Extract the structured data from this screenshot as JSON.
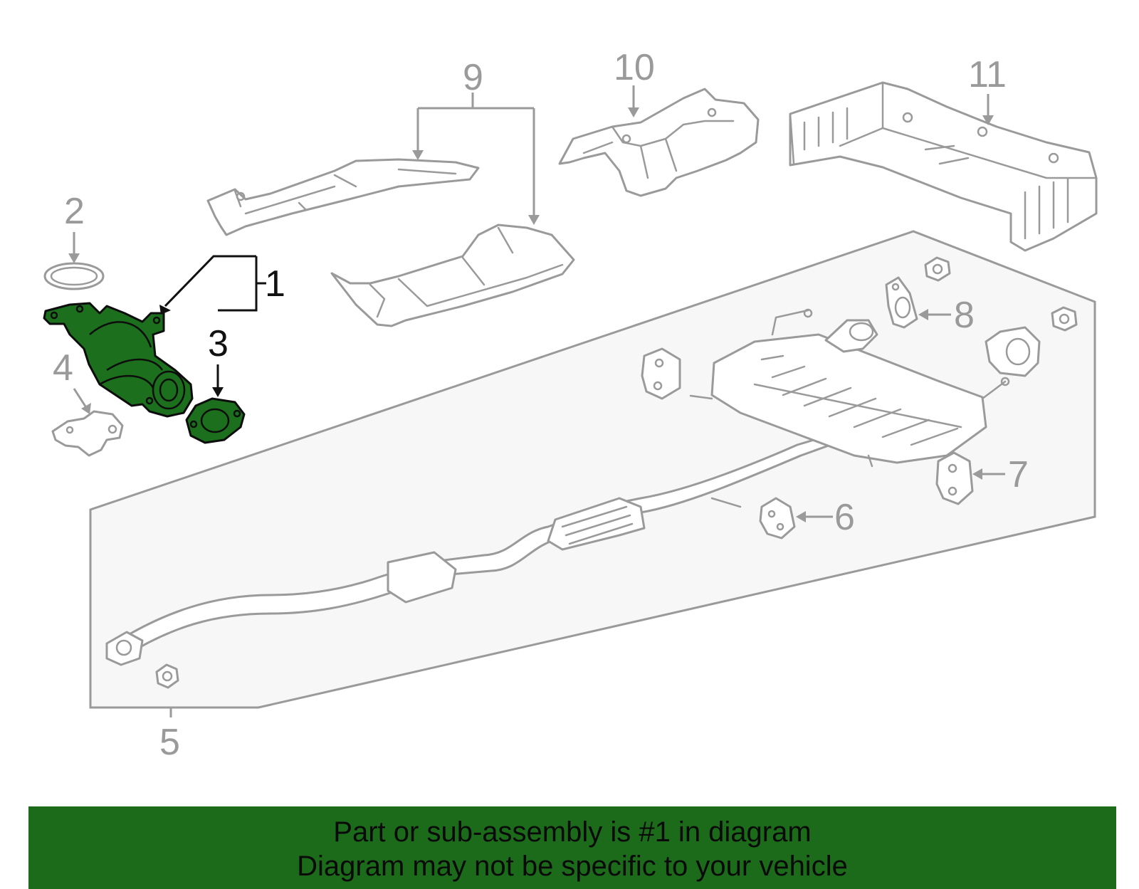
{
  "diagram": {
    "colors": {
      "highlight": "#1c6f1c",
      "line": "#9a9a9a",
      "banner": "#1c6b1a"
    },
    "callouts": {
      "c1": "1",
      "c2": "2",
      "c3": "3",
      "c4": "4",
      "c5": "5",
      "c6": "6",
      "c7": "7",
      "c8": "8",
      "c9": "9",
      "c10": "10",
      "c11": "11"
    },
    "highlighted_callout": "1"
  },
  "banner": {
    "line1": "Part or sub-assembly is #1 in diagram",
    "line2": "Diagram may not be specific to your vehicle"
  }
}
